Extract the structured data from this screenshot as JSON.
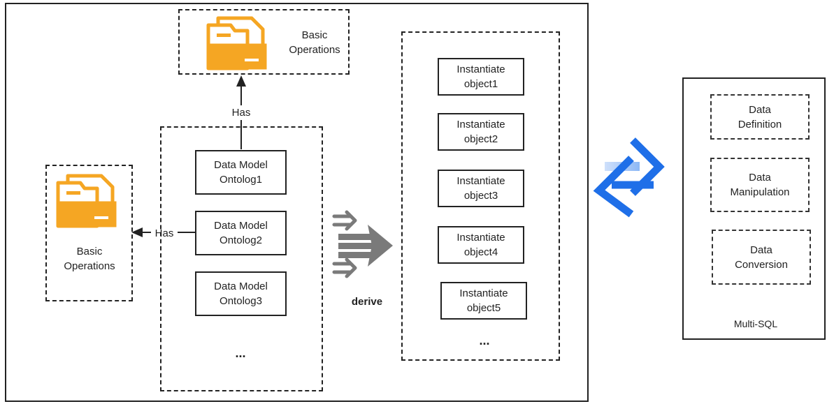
{
  "main_frame": {
    "top_ops_label": "Basic\nOperations",
    "has_top": "Has",
    "left_ops_label": "Basic\nOperations",
    "has_left": "Has",
    "models": [
      "Data Model\nOntolog1",
      "Data Model\nOntolog2",
      "Data Model\nOntolog3"
    ],
    "models_more": "...",
    "derive_label": "derive",
    "objects": [
      "Instantiate\nobject1",
      "Instantiate\nobject2",
      "Instantiate\nobject3",
      "Instantiate\nobject4",
      "Instantiate\nobject5"
    ],
    "objects_more": "..."
  },
  "multi_sql": {
    "items": [
      "Data\nDefinition",
      "Data\nManipulation",
      "Data\nConversion"
    ],
    "label": "Multi-SQL"
  },
  "colors": {
    "folder": "#f5a623",
    "folder_light": "#f8c56a",
    "exchange_arrow": "#1f6fe8",
    "derive_arrow": "#7a7a7a"
  },
  "icons": [
    "folder-icon",
    "derive-arrow-icon",
    "exchange-arrows-icon"
  ]
}
